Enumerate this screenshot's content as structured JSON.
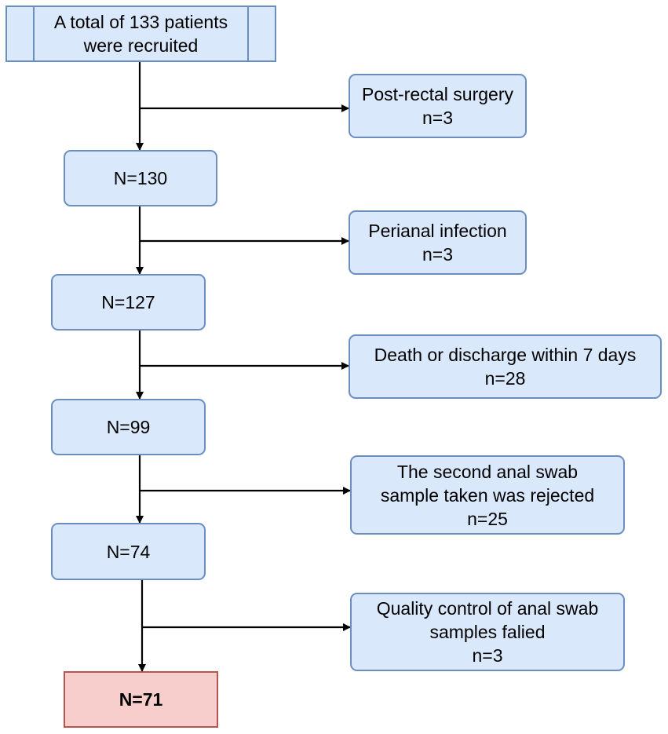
{
  "start": {
    "line1": "A total of 133 patients",
    "line2": "were recruited"
  },
  "counts": [
    "N=130",
    "N=127",
    "N=99",
    "N=74"
  ],
  "final": "N=71",
  "exclusions": [
    {
      "lines": [
        "Post-rectal surgery",
        "n=3"
      ]
    },
    {
      "lines": [
        "Perianal infection",
        "n=3"
      ]
    },
    {
      "lines": [
        "Death or discharge within 7 days",
        "n=28"
      ]
    },
    {
      "lines": [
        "The second anal swab",
        "sample taken was rejected",
        "n=25"
      ]
    },
    {
      "lines": [
        "Quality control of anal swab",
        "samples falied",
        "n=3"
      ]
    }
  ],
  "colors": {
    "box_fill": "#dae8fc",
    "box_stroke": "#6c8ebf",
    "final_fill": "#f8cecc",
    "final_stroke": "#b85450"
  }
}
